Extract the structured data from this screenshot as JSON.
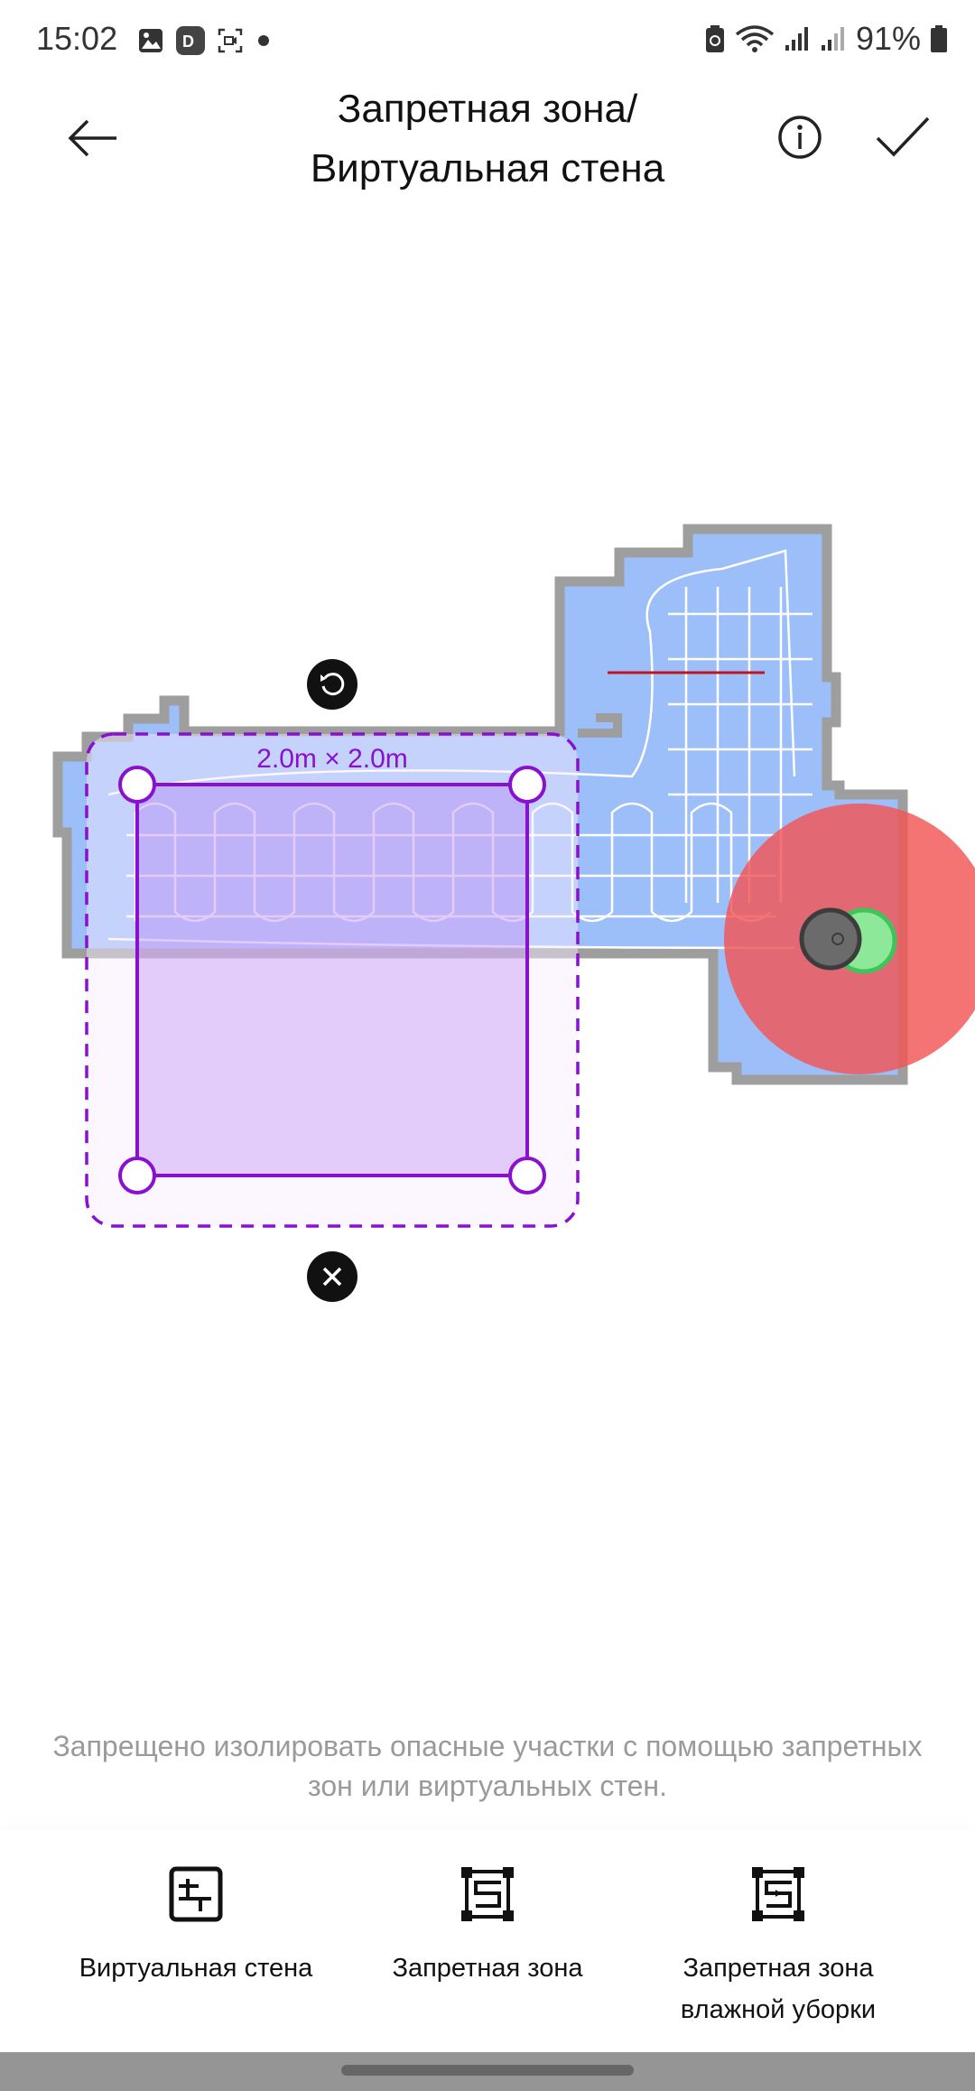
{
  "status_bar": {
    "time": "15:02",
    "battery_percent": "91%",
    "left_icons": [
      "gallery-icon",
      "d-app-icon",
      "screen-record-icon",
      "dot-icon"
    ],
    "right_icons": [
      "battery-saver-icon",
      "wifi-icon",
      "signal-icon",
      "signal-icon-2",
      "battery-icon"
    ]
  },
  "header": {
    "title_line1": "Запретная зона/",
    "title_line2": "Виртуальная стена",
    "back_icon": "arrow-left-icon",
    "info_icon": "info-icon",
    "confirm_icon": "check-icon"
  },
  "map": {
    "zone_size_label": "2.0m × 2.0m",
    "colors": {
      "floor": "#9cbef9",
      "wall": "#9e9e9e",
      "zone_stroke": "#8a10d0",
      "no_go_circle": "#f25555",
      "virtual_wall": "#c0141e",
      "dock": "#8ee89a",
      "robot": "#6b6b6b"
    }
  },
  "hint": {
    "text": "Запрещено изолировать опасные участки с помощью запретных зон или виртуальных стен."
  },
  "toolbar": {
    "items": [
      {
        "label": "Виртуальная стена",
        "icon": "virtual-wall-icon"
      },
      {
        "label": "Запретная зона",
        "icon": "no-go-zone-icon"
      },
      {
        "label": "Запретная зона влажной уборки",
        "icon": "no-mop-zone-icon"
      }
    ]
  }
}
